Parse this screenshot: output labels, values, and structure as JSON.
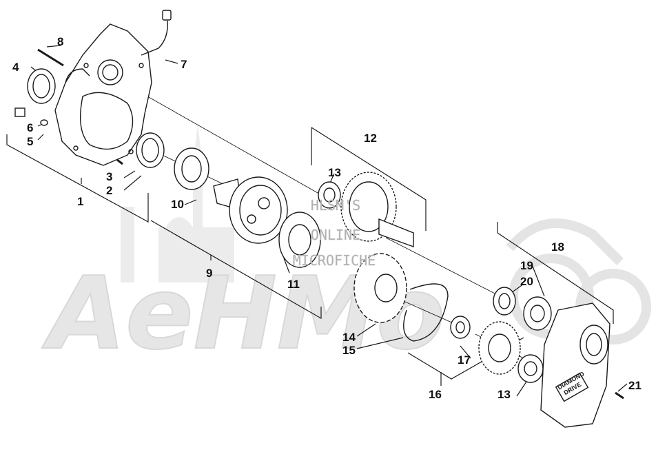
{
  "watermark": {
    "brand": "AeHMo",
    "overlay_lines": [
      "HLSM'S",
      "ONLINE",
      "MICROFICHE"
    ]
  },
  "callouts": [
    {
      "id": "c1",
      "text": "1"
    },
    {
      "id": "c2",
      "text": "2"
    },
    {
      "id": "c3",
      "text": "3"
    },
    {
      "id": "c4",
      "text": "4"
    },
    {
      "id": "c5",
      "text": "5"
    },
    {
      "id": "c6",
      "text": "6"
    },
    {
      "id": "c7",
      "text": "7"
    },
    {
      "id": "c8",
      "text": "8"
    },
    {
      "id": "c9",
      "text": "9"
    },
    {
      "id": "c10",
      "text": "10"
    },
    {
      "id": "c11",
      "text": "11"
    },
    {
      "id": "c12",
      "text": "12"
    },
    {
      "id": "c13a",
      "text": "13"
    },
    {
      "id": "c14",
      "text": "14"
    },
    {
      "id": "c15",
      "text": "15"
    },
    {
      "id": "c16",
      "text": "16"
    },
    {
      "id": "c17",
      "text": "17"
    },
    {
      "id": "c13b",
      "text": "13"
    },
    {
      "id": "c18",
      "text": "18"
    },
    {
      "id": "c19",
      "text": "19"
    },
    {
      "id": "c20",
      "text": "20"
    },
    {
      "id": "c21",
      "text": "21"
    }
  ],
  "cover_badge": {
    "line1": "DIAMOND",
    "line2": "DRIVE"
  },
  "colors": {
    "line": "#1a1a1a",
    "watermark": "#e6e6e6",
    "overlay": "#b8b8b8"
  }
}
